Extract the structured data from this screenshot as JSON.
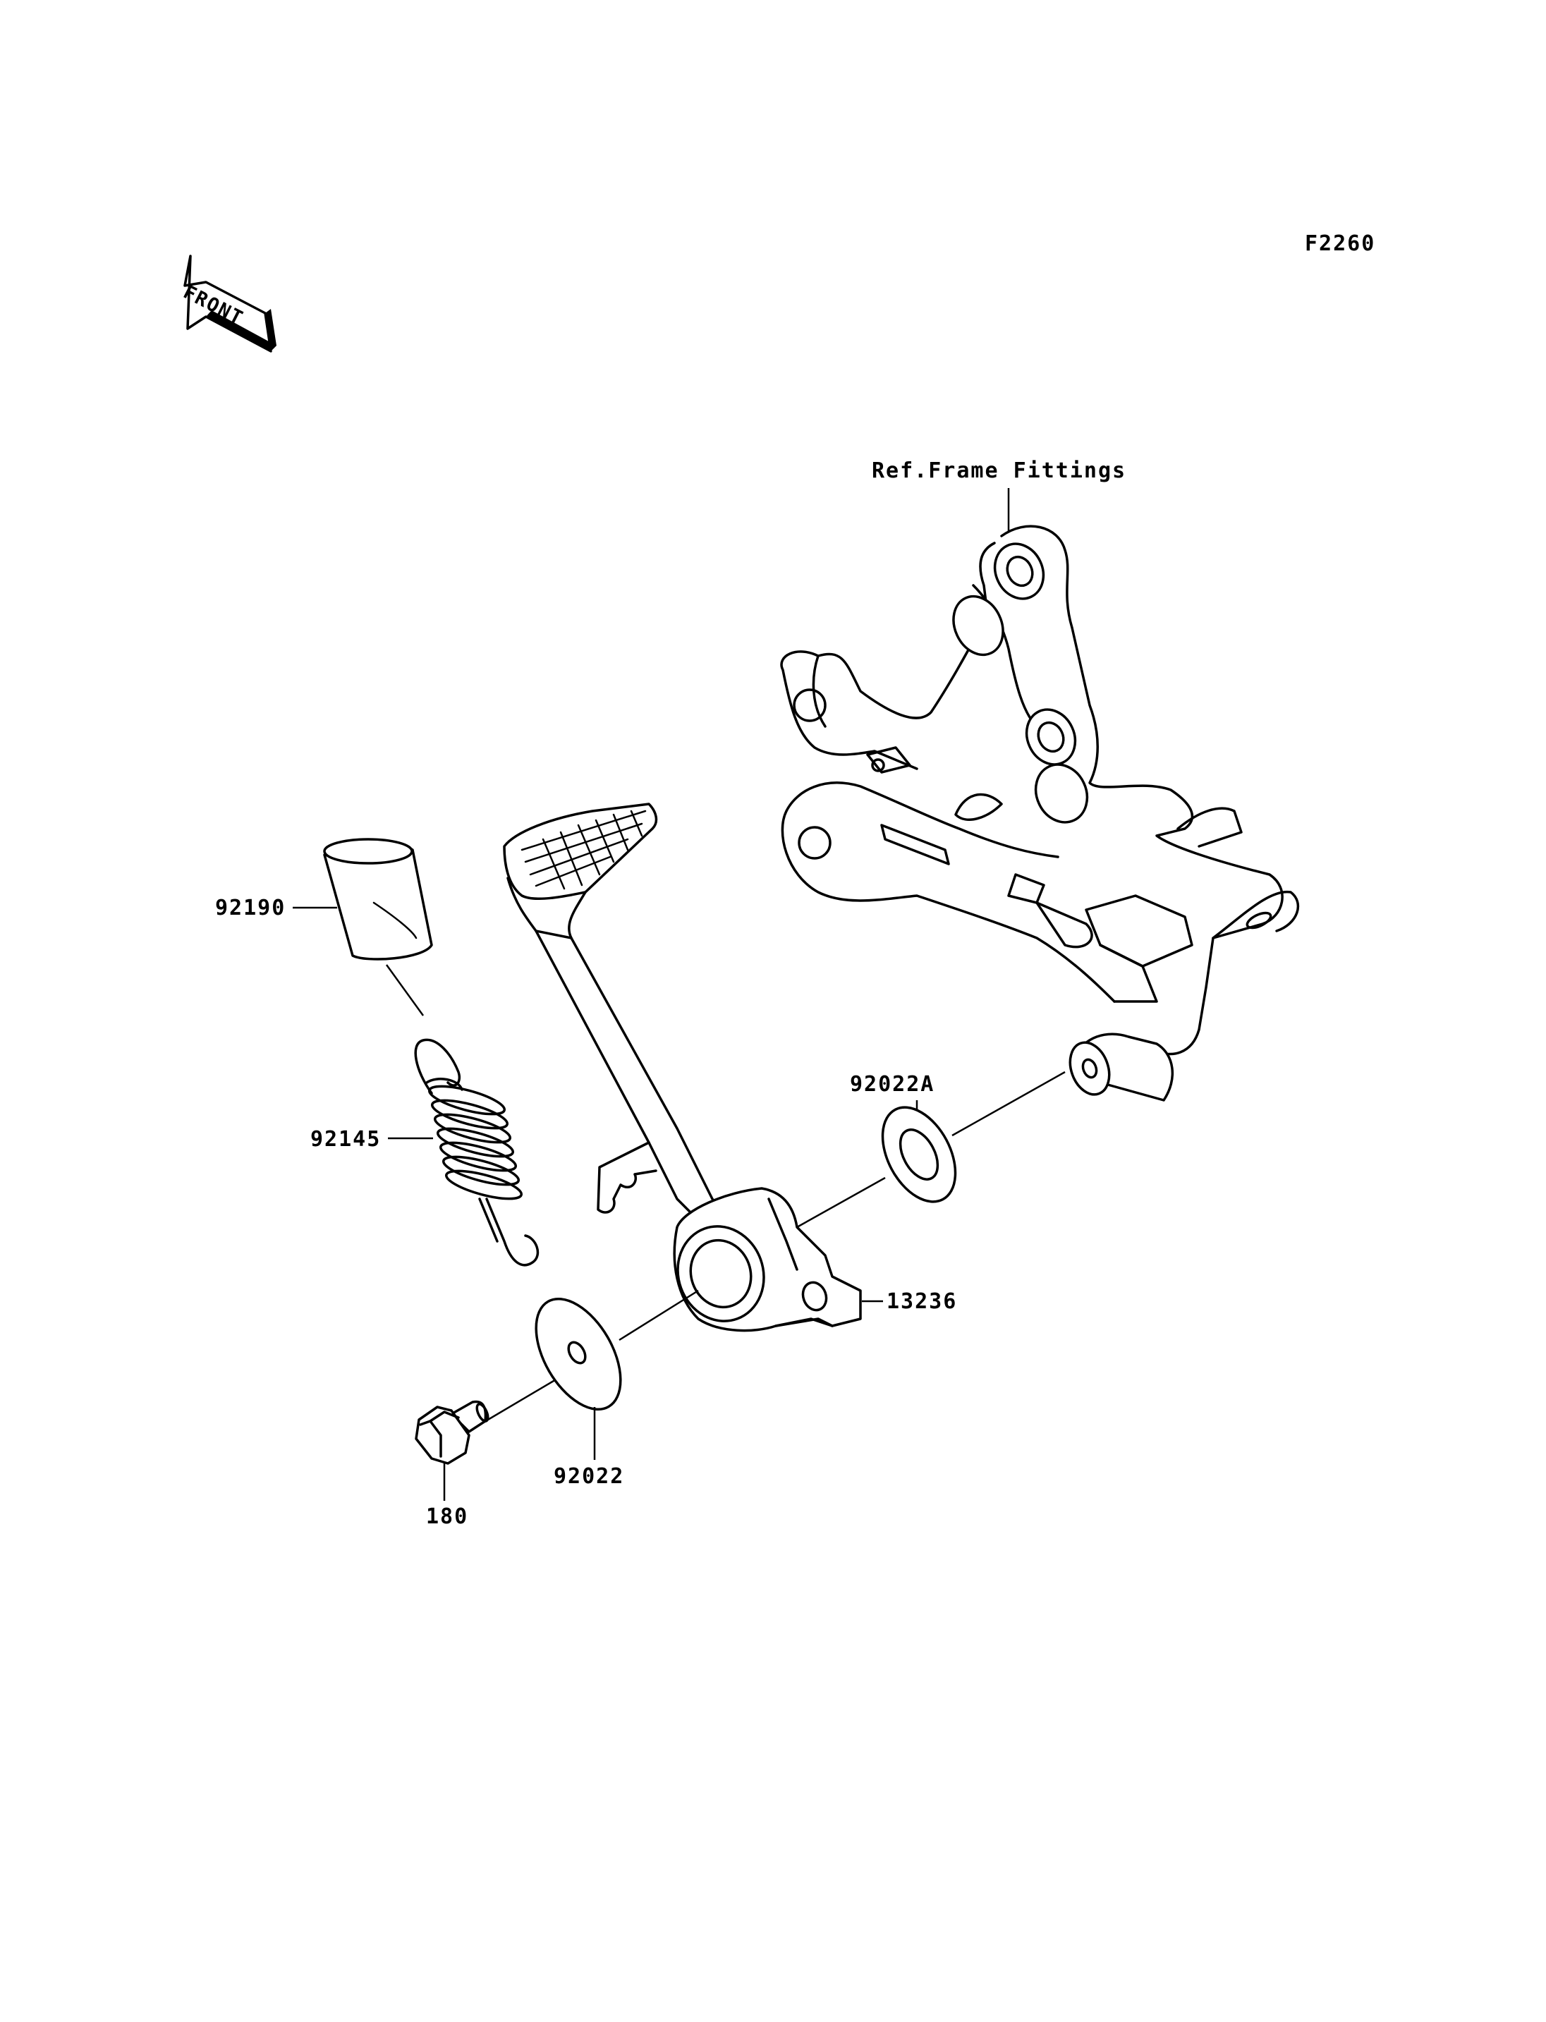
{
  "figure_code": "F2260",
  "front_arrow": {
    "text": "FRONT",
    "icon": "front-direction-arrow-icon"
  },
  "reference_note": "Ref.Frame Fittings",
  "parts": {
    "pedal_rubber": "92190",
    "return_spring": "92145",
    "washer_a": "92022A",
    "brake_pedal": "13236",
    "washer": "92022",
    "bolt": "180"
  }
}
